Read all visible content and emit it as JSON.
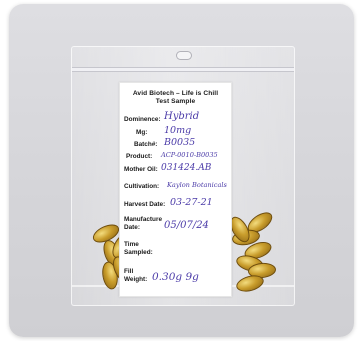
{
  "label": {
    "header": [
      "Avid Biotech – Life is Chill",
      "Test Sample"
    ],
    "fields": [
      {
        "key": "Dominence:",
        "value": "Hybrid"
      },
      {
        "key": "Mg:",
        "value": "10mg"
      },
      {
        "key": "Batch#:",
        "value": "B0035"
      },
      {
        "key": "Product:",
        "value": "ACP-0010-B0035"
      },
      {
        "key": "Mother Oil:",
        "value": "031424.AB"
      },
      {
        "key": "Cultivation:",
        "value": "Kaylon Botanicals"
      },
      {
        "key": "Harvest Date:",
        "value": "03-27-21"
      },
      {
        "key": "Manufacture Date:",
        "value": "05/07/24"
      },
      {
        "key": "Time Sampled:",
        "value": ""
      },
      {
        "key": "Fill Weight:",
        "value": "0.30g   9g"
      }
    ]
  },
  "colors": {
    "background": "#d6d6da",
    "ink": "#4b3ba8",
    "capsule": "#c99d2c"
  }
}
